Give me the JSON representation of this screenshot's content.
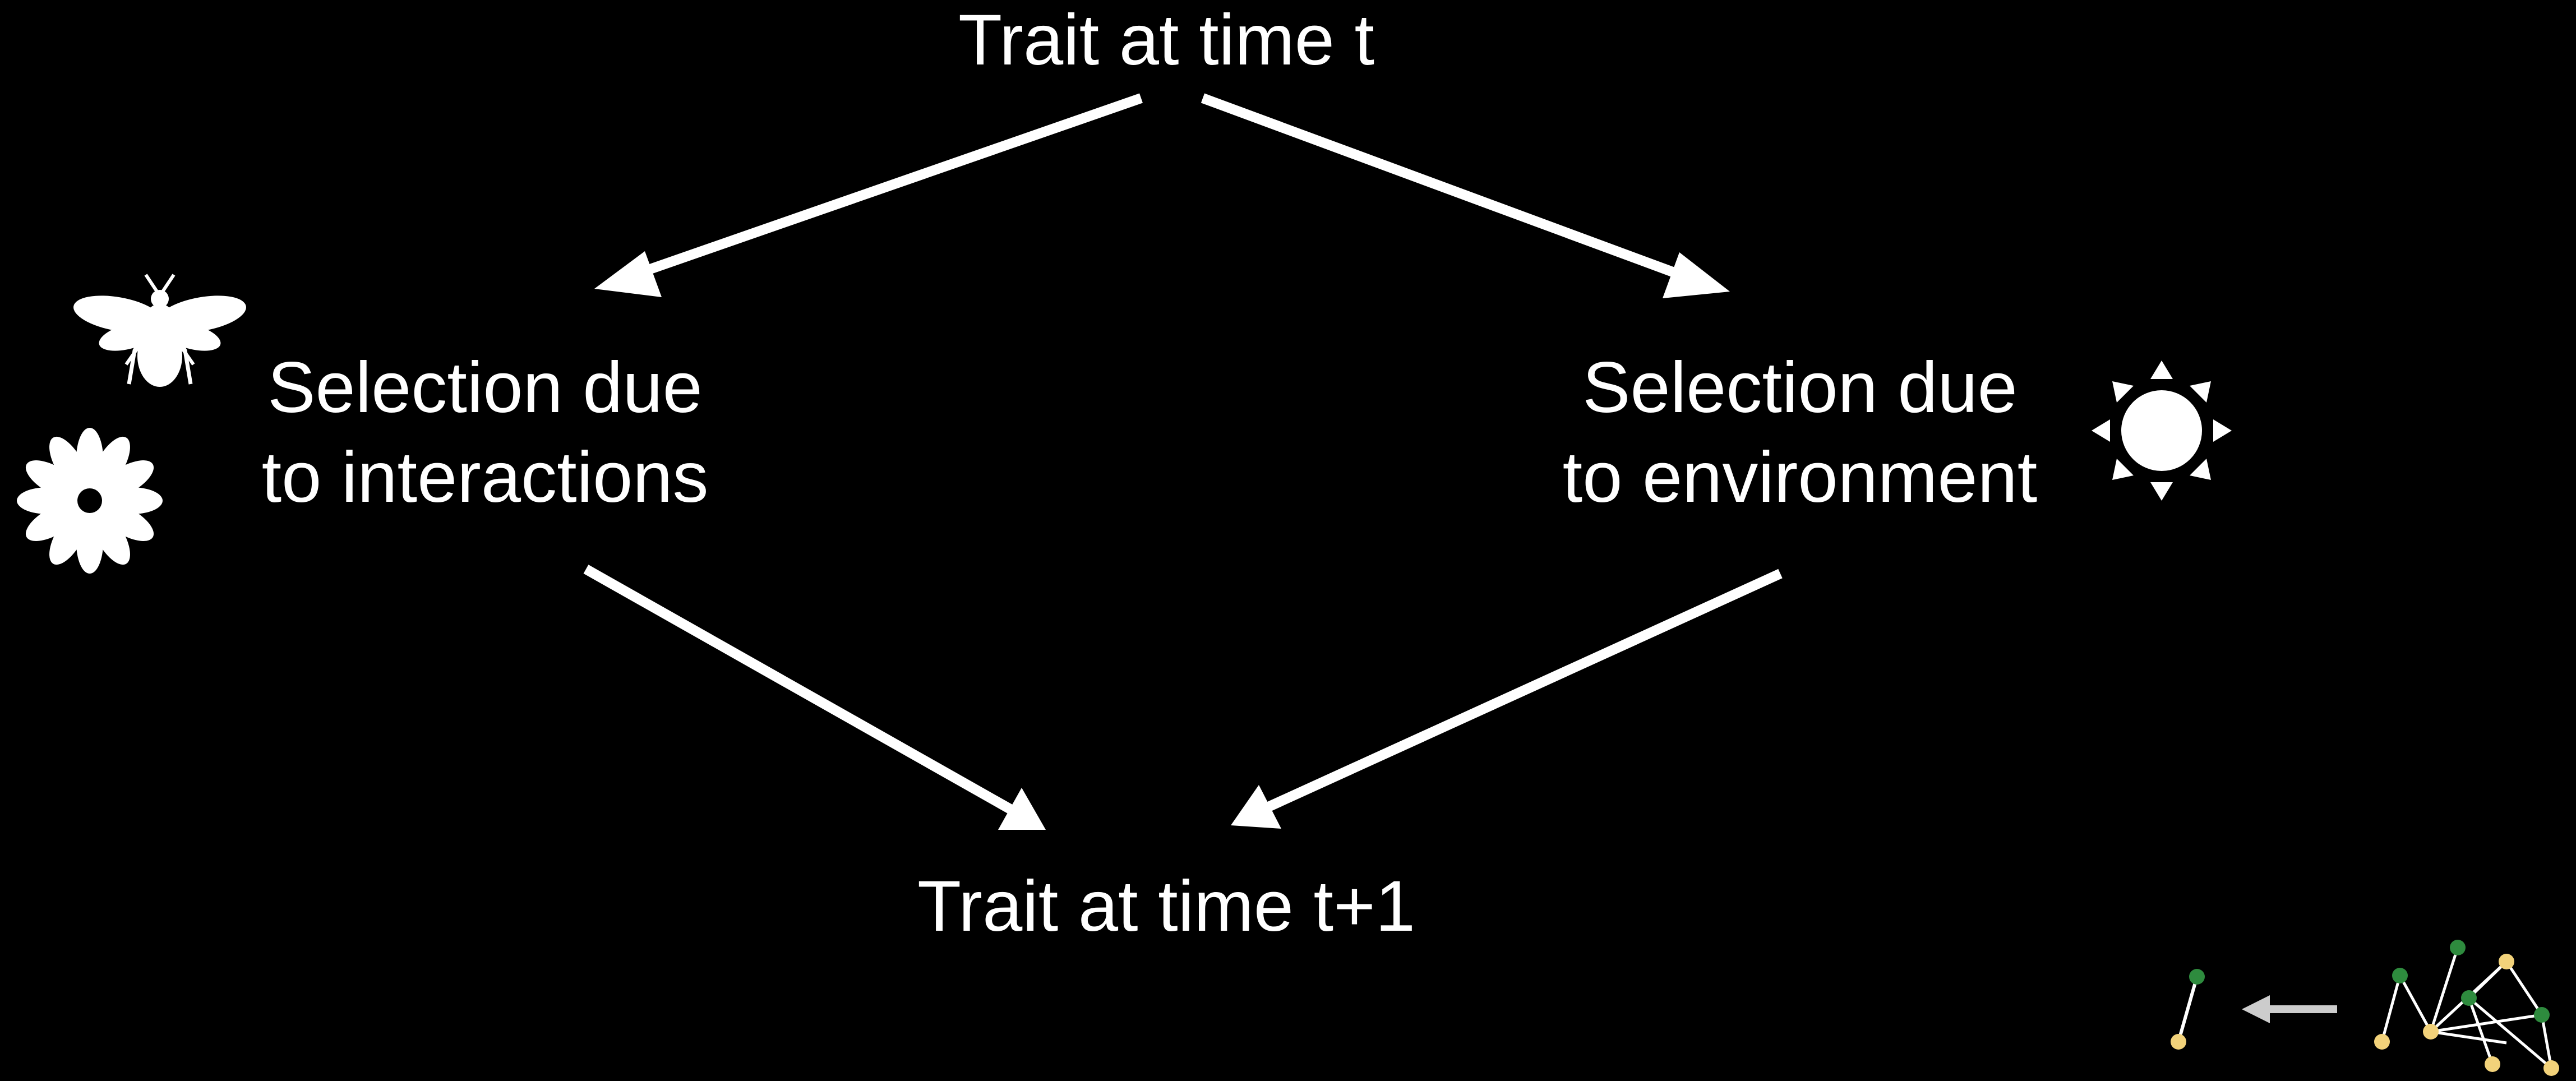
{
  "diagram": {
    "background": "#000000",
    "foreground": "#ffffff",
    "nodes": {
      "top": {
        "text": "Trait at time t"
      },
      "left": {
        "line1": "Selection due",
        "line2": "to interactions"
      },
      "right": {
        "line1": "Selection due",
        "line2": "to environment"
      },
      "bottom": {
        "text": "Trait at time t+1"
      }
    },
    "icons": {
      "left_top": "bee-icon",
      "left_bottom": "flower-icon",
      "right": "sun-icon",
      "network_simple": "two-node-network-icon",
      "arrow": "left-arrow-icon",
      "network_complex": "multi-node-network-icon"
    },
    "network_colors": {
      "green": "#2e8b3e",
      "yellow": "#f2d27a"
    }
  }
}
